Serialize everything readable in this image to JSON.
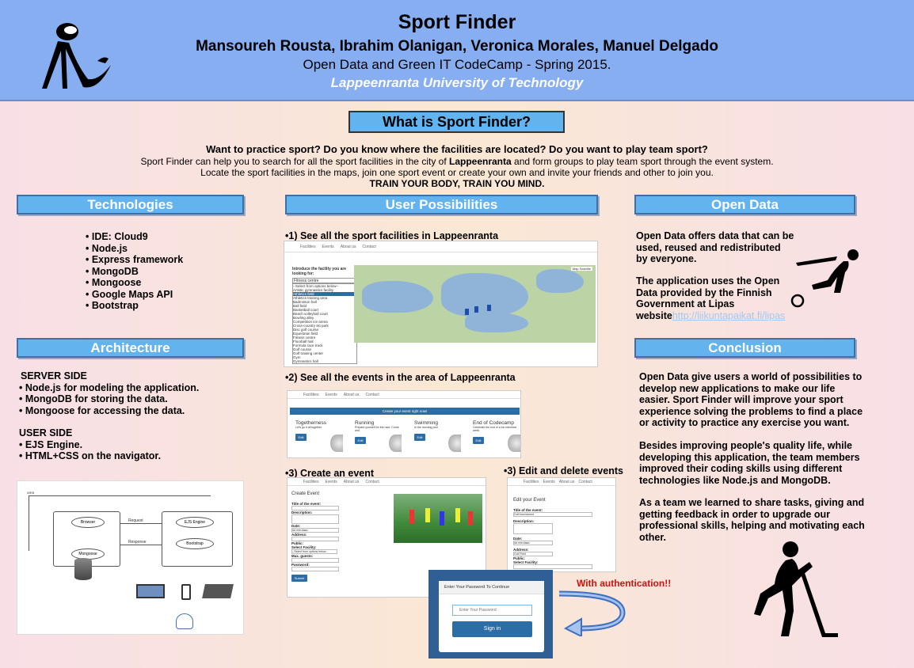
{
  "header": {
    "title": "Sport Finder",
    "authors": "Mansoureh Rousta, Ibrahim Olanigan, Veronica Morales, Manuel Delgado",
    "event": "Open Data and Green IT CodeCamp - Spring 2015.",
    "university": "Lappeenranta University of Technology"
  },
  "intro": {
    "heading": "What is Sport Finder?",
    "question": "Want to practice sport? Do you know where the facilities are located? Do you want to play team sport?",
    "line1_pre": "Sport Finder can help you to search for all the sport facilities in the city of ",
    "line1_city": "Lappeenranta",
    "line1_post": " and form groups to play team sport through the event system.",
    "line2": "Locate the sport facilities in the maps, join one sport event or create your own and invite your friends and other to join you.",
    "slogan": "TRAIN YOUR BODY, TRAIN YOU MIND."
  },
  "technologies": {
    "heading": "Technologies",
    "items": [
      "• IDE: Cloud9",
      "• Node.js",
      "• Express framework",
      "• MongoDB",
      "• Mongoose",
      "• Google Maps API",
      "• Bootstrap"
    ]
  },
  "architecture": {
    "heading": "Architecture",
    "server_title": "SERVER SIDE",
    "server_items": [
      "• Node.js for modeling the application.",
      "• MongoDB for storing the data.",
      "• Mongoose for accessing the data."
    ],
    "user_title": "USER SIDE",
    "user_items": [
      "• EJS Engine.",
      "• HTML+CSS on the navigator."
    ],
    "diagram": {
      "top_label": "WEB",
      "browser": "Browser",
      "request": "Request",
      "response": "Response",
      "mongoose": "Mongoose",
      "ejs": "EJS Engine",
      "node": "Bootstrap"
    }
  },
  "user_possibilities": {
    "heading": "User Possibilities",
    "step1": "•1) See all the sport facilities in Lappeenranta",
    "step2": "•2) See all the events in the area of Lappeenranta",
    "step3a": "•3) Create an event",
    "step3b": "•3) Edit and delete events",
    "auth_note": "With authentication!!",
    "nav": [
      "Facilities",
      "Events",
      "About us",
      "Contact"
    ],
    "facility_prompt": "Introduce the facility you are looking for:",
    "facility_select": "Fitness centre",
    "facility_options": [
      "--Select from options below--",
      "Artistic gymnastics facility",
      "Athletics field",
      "Athletics training area",
      "Badminton hall",
      "Ball field",
      "Basketball court",
      "Beach volleyball court",
      "Bowling alley",
      "Competition ice arena",
      "Cross-country ski park",
      "Disc golf course",
      "Equestrian field",
      "Fitness centre",
      "Floorball hall",
      "Formula race track",
      "Golf course",
      "Golf training center",
      "Gym",
      "Gymnastics hall"
    ],
    "map_labels": [
      "Map",
      "Satellite"
    ],
    "create_event_banner": "Create your event right now!",
    "events": [
      {
        "title": "Togetherness",
        "desc": "Let's go it all together",
        "button": "Edit"
      },
      {
        "title": "Running",
        "desc": "Prepare yourself for the race. Come and",
        "button": "Edit"
      },
      {
        "title": "Swimming",
        "desc": "In the morning pool",
        "button": "Edit"
      },
      {
        "title": "End of Codecamp",
        "desc": "Celebrate the end of a fun intensive week",
        "button": "Edit"
      }
    ],
    "create_form": {
      "title": "Create Event",
      "fields": [
        "Title of the event:",
        "Description:",
        "Date:",
        "Address:",
        "Public:",
        "Select Facility:",
        "Max. guests:",
        "Password:"
      ],
      "date_value": "dd.mm.aaaa",
      "facility_value": "--Select from options below--",
      "submit": "Submit"
    },
    "edit_form": {
      "title": "Edit your Event",
      "fields": [
        "Title of the event:",
        "Description:",
        "Date:",
        "Address:",
        "Public:",
        "Select Facility:"
      ],
      "title_value": "Golf tournament",
      "date_value": "dd.mm.aaaa",
      "address_value": "Golf Field"
    },
    "password_dialog": {
      "title": "Enter Your Password To Continue",
      "placeholder": "Enter Your Password",
      "button": "Sign in"
    }
  },
  "open_data": {
    "heading": "Open Data",
    "p1": "Open Data offers data that can be used, reused and redistributed by everyone.",
    "p2_pre": "The application uses the Open Data provided by the Finnish Government at Lipas website",
    "p2_link": "http://liikuntapaikat.fi/lipas"
  },
  "conclusion": {
    "heading": "Conclusion",
    "p1": "Open Data give  users a world of possibilities to develop new applications to make our life easier. Sport Finder will improve your sport experience solving the problems to find a place or activity to practice  any exercise you want.",
    "p2": "Besides improving people's quality life, while developing this application, the team members improved their coding skills using different technologies like Node.js and MongoDB.",
    "p3": "As a team we learned to share tasks, giving and getting feedback in order to upgrade our professional skills, helping and motivating each other."
  },
  "colors": {
    "header_bg": "#87aef0",
    "section_header": "#63b3ee",
    "link": "#9ec9f5",
    "auth_red": "#d01010"
  }
}
